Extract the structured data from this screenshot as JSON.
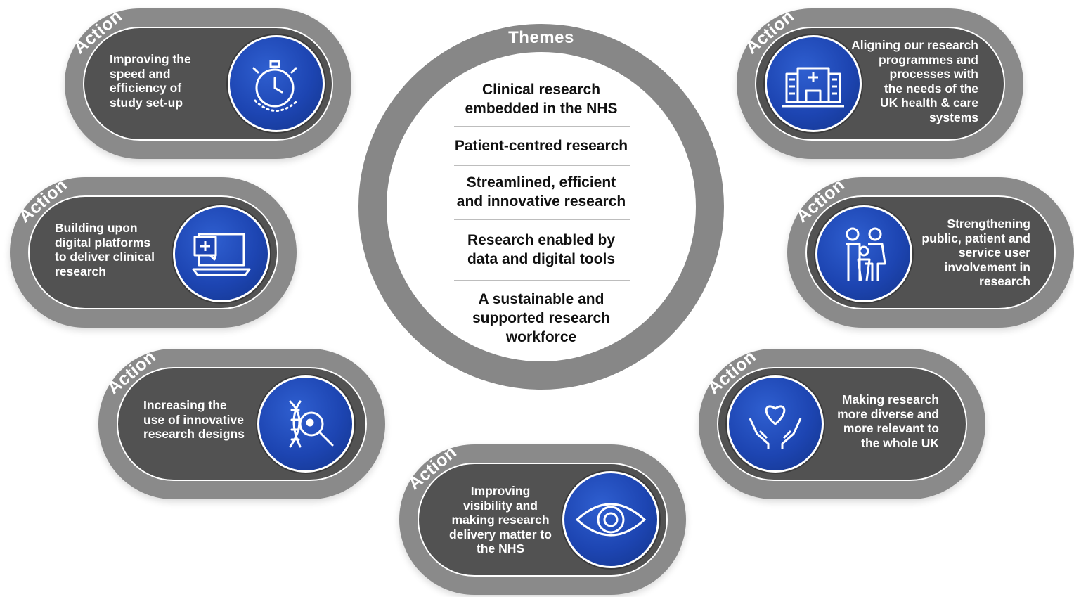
{
  "themes": {
    "title": "Themes",
    "items": [
      "Clinical research\nembedded in the NHS",
      "Patient-centred research",
      "Streamlined, efficient\nand innovative research",
      "Research enabled by\ndata and digital tools",
      "A sustainable and\nsupported research\nworkforce"
    ]
  },
  "actions": [
    {
      "label": "Action",
      "text": "Improving the\nspeed and\nefficiency of\nstudy set-up",
      "icon": "stopwatch-icon"
    },
    {
      "label": "Action",
      "text": "Building upon\ndigital platforms\nto deliver clinical\nresearch",
      "icon": "laptop-medical-icon"
    },
    {
      "label": "Action",
      "text": "Increasing the\nuse of innovative\nresearch designs",
      "icon": "dna-magnifier-icon"
    },
    {
      "label": "Action",
      "text": "Improving\nvisibility and\nmaking research\ndelivery matter to\nthe NHS",
      "icon": "eye-icon"
    },
    {
      "label": "Action",
      "text": "Making research\nmore diverse and\nmore relevant to\nthe whole UK",
      "icon": "hands-heart-icon"
    },
    {
      "label": "Action",
      "text": "Strengthening\npublic, patient and\nservice user\ninvolvement in\nresearch",
      "icon": "family-icon"
    },
    {
      "label": "Action",
      "text": "Aligning our research\nprogrammes and\nprocesses with\nthe needs of the\nUK health & care\nsystems",
      "icon": "hospital-icon"
    }
  ],
  "colors": {
    "outer_ring": "#8a8a8a",
    "inner_pill": "#525252",
    "icon_blue": "#1d45b2",
    "text": "#111111"
  }
}
